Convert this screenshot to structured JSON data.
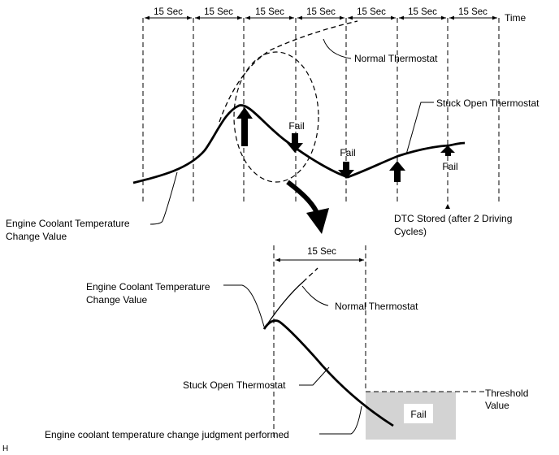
{
  "top_diagram": {
    "interval_label": "15 Sec",
    "interval_count": 7,
    "time_label": "Time",
    "normal_thermostat_label": "Normal Thermostat",
    "stuck_open_label": "Stuck Open Thermostat",
    "fail_label": "Fail",
    "ect_label_line1": "Engine Coolant Temperature",
    "ect_label_line2": "Change Value",
    "dtc_line1": "DTC Stored (after 2 Driving",
    "dtc_line2": "Cycles)"
  },
  "bottom_diagram": {
    "interval_label": "15 Sec",
    "ect_label_line1": "Engine Coolant Temperature",
    "ect_label_line2": "Change Value",
    "normal_thermostat_label": "Normal Thermostat",
    "stuck_open_label": "Stuck Open Thermostat",
    "threshold_line1": "Threshold",
    "threshold_line2": "Value",
    "fail_label": "Fail",
    "judgment_label": "Engine coolant temperature change judgment performed"
  },
  "corner_mark": "H",
  "colors": {
    "line": "#000000",
    "fail_box": "#d3d3d3"
  }
}
